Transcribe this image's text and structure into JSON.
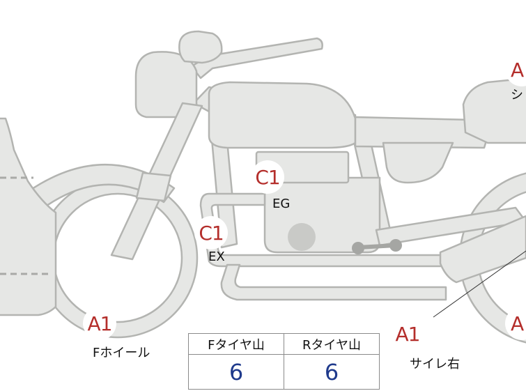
{
  "colors": {
    "body_fill": "#e6e7e5",
    "body_stroke": "#b3b4b1",
    "marker_a": "#b42e2b",
    "marker_c": "#b42e2b",
    "value": "#1f3a8c",
    "leader_line": "#333333"
  },
  "markers": [
    {
      "code": "A1",
      "label": "Fホイール"
    },
    {
      "code": "C1",
      "label": "EX"
    },
    {
      "code": "C1",
      "label": "EG"
    },
    {
      "code": "A1",
      "label": "サイレ右"
    },
    {
      "code": "A",
      "label": "シ"
    },
    {
      "code": "A",
      "label": ""
    }
  ],
  "tire_table": {
    "headers": [
      "Fタイヤ山",
      "Rタイヤ山"
    ],
    "values": [
      "6",
      "6"
    ]
  }
}
